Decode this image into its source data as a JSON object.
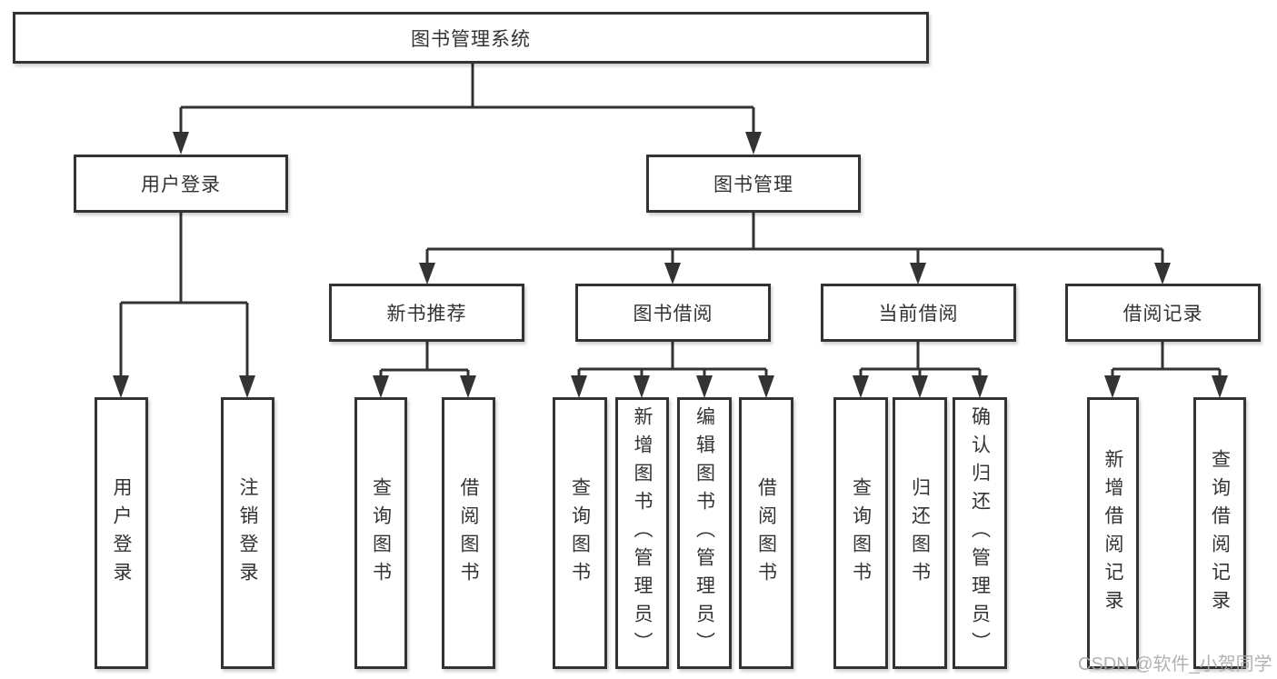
{
  "colors": {
    "line": "#333333",
    "border": "#333333",
    "text": "#333333",
    "background": "#ffffff",
    "watermark": "#aaaaaa"
  },
  "watermark": "CSDN @软件_小贺同学",
  "tree": {
    "label": "图书管理系统",
    "children": [
      {
        "label": "用户登录",
        "children": [
          {
            "label": "用户登录"
          },
          {
            "label": "注销登录"
          }
        ]
      },
      {
        "label": "图书管理",
        "children": [
          {
            "label": "新书推荐",
            "children": [
              {
                "label": "查询图书"
              },
              {
                "label": "借阅图书"
              }
            ]
          },
          {
            "label": "图书借阅",
            "children": [
              {
                "label": "查询图书"
              },
              {
                "label": "新增图书（管理员）"
              },
              {
                "label": "编辑图书（管理员）"
              },
              {
                "label": "借阅图书"
              }
            ]
          },
          {
            "label": "当前借阅",
            "children": [
              {
                "label": "查询图书"
              },
              {
                "label": "归还图书"
              },
              {
                "label": "确认归还（管理员）"
              }
            ]
          },
          {
            "label": "借阅记录",
            "children": [
              {
                "label": "新增借阅记录"
              },
              {
                "label": "查询借阅记录"
              }
            ]
          }
        ]
      }
    ]
  }
}
